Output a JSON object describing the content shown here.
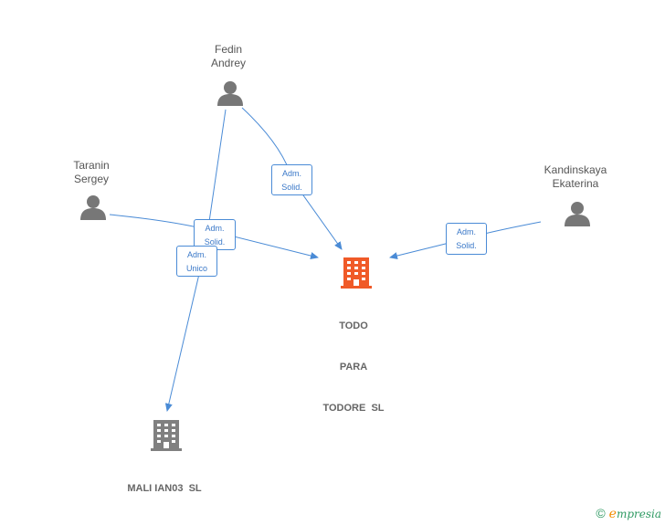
{
  "persons": {
    "fedin": {
      "line1": "Fedin",
      "line2": "Andrey"
    },
    "taranin": {
      "line1": "Taranin",
      "line2": "Sergey"
    },
    "kandinskaya": {
      "line1": "Kandinskaya",
      "line2": "Ekaterina"
    }
  },
  "companies": {
    "todo": {
      "line1": "TODO",
      "line2": "PARA",
      "line3": "TODORE  SL",
      "color": "#f05a28"
    },
    "mali": {
      "line1": "MALI IAN03  SL",
      "color": "#808080"
    }
  },
  "edges": {
    "fedin_todo": {
      "line1": "Adm.",
      "line2": "Solid."
    },
    "taranin_todo": {
      "line1": "Adm.",
      "line2": "Solid."
    },
    "fedin_mali": {
      "line1": "Adm.",
      "line2": "Unico"
    },
    "kandinskaya_todo": {
      "line1": "Adm.",
      "line2": "Solid."
    }
  },
  "colors": {
    "edge": "#4a8bd6",
    "person_icon": "#777777"
  },
  "brand": {
    "copyright": "©",
    "e": "e",
    "rest": "mpresia"
  }
}
